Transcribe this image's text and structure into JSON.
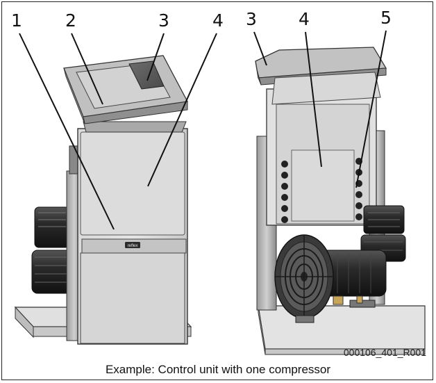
{
  "callouts": [
    {
      "label": "1"
    },
    {
      "label": "2"
    },
    {
      "label": "3"
    },
    {
      "label": "4"
    },
    {
      "label": "3"
    },
    {
      "label": "4"
    },
    {
      "label": "5"
    }
  ],
  "reference_code": "000106_401_R001",
  "brand_badge": "reflex",
  "caption": "Example: Control unit with one compressor"
}
